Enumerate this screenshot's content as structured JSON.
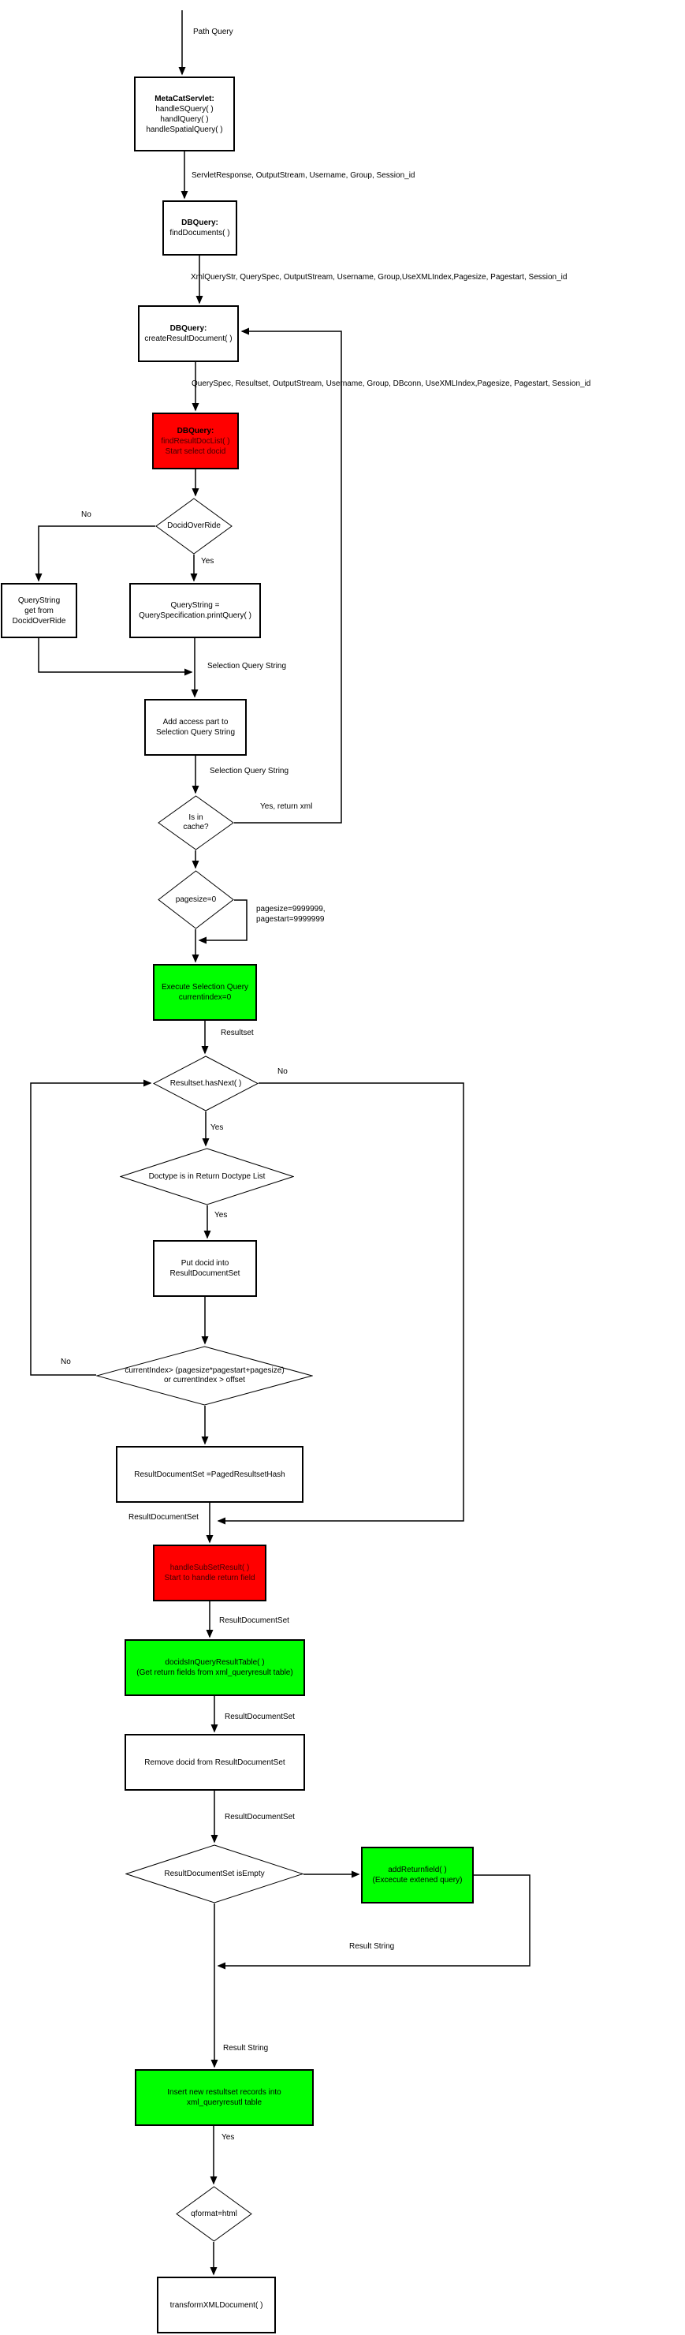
{
  "nodes": [
    {
      "id": "metacatservlet",
      "type": "process",
      "lines": [
        "MetaCatServlet:",
        "handleSQuery( )",
        "handlQuery( )",
        "handleSpatialQuery( )"
      ]
    },
    {
      "id": "dbquery-finddocuments",
      "type": "process",
      "lines": [
        "DBQuery:",
        "findDocuments( )"
      ]
    },
    {
      "id": "dbquery-createresultdocument",
      "type": "process",
      "lines": [
        "DBQuery:",
        "createResultDocument( )"
      ]
    },
    {
      "id": "dbquery-findresultdoclist",
      "type": "process",
      "color": "#ff0000",
      "lines": [
        "DBQuery:",
        "findResultDocList( )",
        "Start select docid"
      ]
    },
    {
      "id": "docidoverride",
      "type": "decision",
      "lines": [
        "DocidOverRide"
      ]
    },
    {
      "id": "querystring-get",
      "type": "process",
      "lines": [
        "QueryString",
        "get from",
        "DocidOverRide"
      ]
    },
    {
      "id": "querystring-print",
      "type": "process",
      "lines": [
        "QueryString =",
        "QuerySpecification.printQuery( )"
      ]
    },
    {
      "id": "add-access-part",
      "type": "process",
      "lines": [
        "Add access part to",
        "Selection Query String"
      ]
    },
    {
      "id": "is-in-cache",
      "type": "decision",
      "lines": [
        "Is in",
        "cache?"
      ]
    },
    {
      "id": "pagesize-zero",
      "type": "decision",
      "lines": [
        "pagesize=0"
      ]
    },
    {
      "id": "execute-selection-query",
      "type": "process",
      "color": "#00ff00",
      "lines": [
        "Execute Selection Query",
        "currentindex=0"
      ]
    },
    {
      "id": "resultset-hasnext",
      "type": "decision",
      "lines": [
        "Resultset.hasNext( )"
      ]
    },
    {
      "id": "doctype-in-list",
      "type": "decision",
      "lines": [
        "Doctype is in Return Doctype List"
      ]
    },
    {
      "id": "put-docid",
      "type": "process",
      "lines": [
        "Put docid into",
        "ResultDocumentSet"
      ]
    },
    {
      "id": "currentindex-check",
      "type": "decision",
      "lines": [
        "currentIndex> (pagesize*pagestart+pagesize)",
        "or currentIndex > offset"
      ]
    },
    {
      "id": "paged-resultset-hash",
      "type": "process",
      "lines": [
        "ResultDocumentSet =PagedResultsetHash"
      ]
    },
    {
      "id": "handle-subset-result",
      "type": "process",
      "color": "#ff0000",
      "lines": [
        "handleSubSetResult( )",
        "Start to handle return field"
      ]
    },
    {
      "id": "docids-in-queryresulttable",
      "type": "process",
      "color": "#00ff00",
      "lines": [
        "docidsInQueryResultTable( )",
        "(Get return fields from xml_queryresult table)"
      ]
    },
    {
      "id": "remove-docid",
      "type": "process",
      "lines": [
        "Remove docid from ResultDocumentSet"
      ]
    },
    {
      "id": "resultdocumentset-isempty",
      "type": "decision",
      "lines": [
        "ResultDocumentSet isEmpty"
      ]
    },
    {
      "id": "add-returnfield",
      "type": "process",
      "color": "#00ff00",
      "lines": [
        "addReturnfield( )",
        "(Excecute extened query)"
      ]
    },
    {
      "id": "insert-new-resultset",
      "type": "process",
      "color": "#00ff00",
      "lines": [
        "Insert new restultset records into",
        "xml_queryresutl table"
      ]
    },
    {
      "id": "qformat-html",
      "type": "decision",
      "lines": [
        "qformat=html"
      ]
    },
    {
      "id": "transform-xml-document",
      "type": "process",
      "lines": [
        "transformXMLDocument( )"
      ]
    }
  ],
  "labels": {
    "path_query": "Path Query",
    "servlet_params": "ServletResponse, OutputStream, Username, Group, Session_id",
    "find_params": "XmlQueryStr, QuerySpec, OutputStream, Username, Group,UseXMLIndex,Pagesize, Pagestart, Session_id",
    "create_params": "QuerySpec, Resultset, OutputStream, Username, Group, DBconn, UseXMLIndex,Pagesize, Pagestart, Session_id",
    "no_docidoverride": "No",
    "yes_docidoverride": "Yes",
    "selection_query_string_1": "Selection Query String",
    "selection_query_string_2": "Selection Query String",
    "yes_return_xml": "Yes, return xml",
    "pagesize_set": [
      "pagesize=9999999,",
      "pagestart=9999999"
    ],
    "resultset": "Resultset",
    "no_hasnext": "No",
    "yes_hasnext": "Yes",
    "yes_doctype": "Yes",
    "no_currentindex": "No",
    "resultdocumentset_1": "ResultDocumentSet",
    "resultdocumentset_2": "ResultDocumentSet",
    "resultdocumentset_3": "ResultDocumentSet",
    "resultdocumentset_4": "ResultDocumentSet",
    "result_string_1": "Result String",
    "result_string_2": "Result String",
    "yes_qformat": "Yes"
  },
  "colors": {
    "process_red": "#ff0000",
    "process_green": "#00ff00",
    "line": "#000000"
  }
}
